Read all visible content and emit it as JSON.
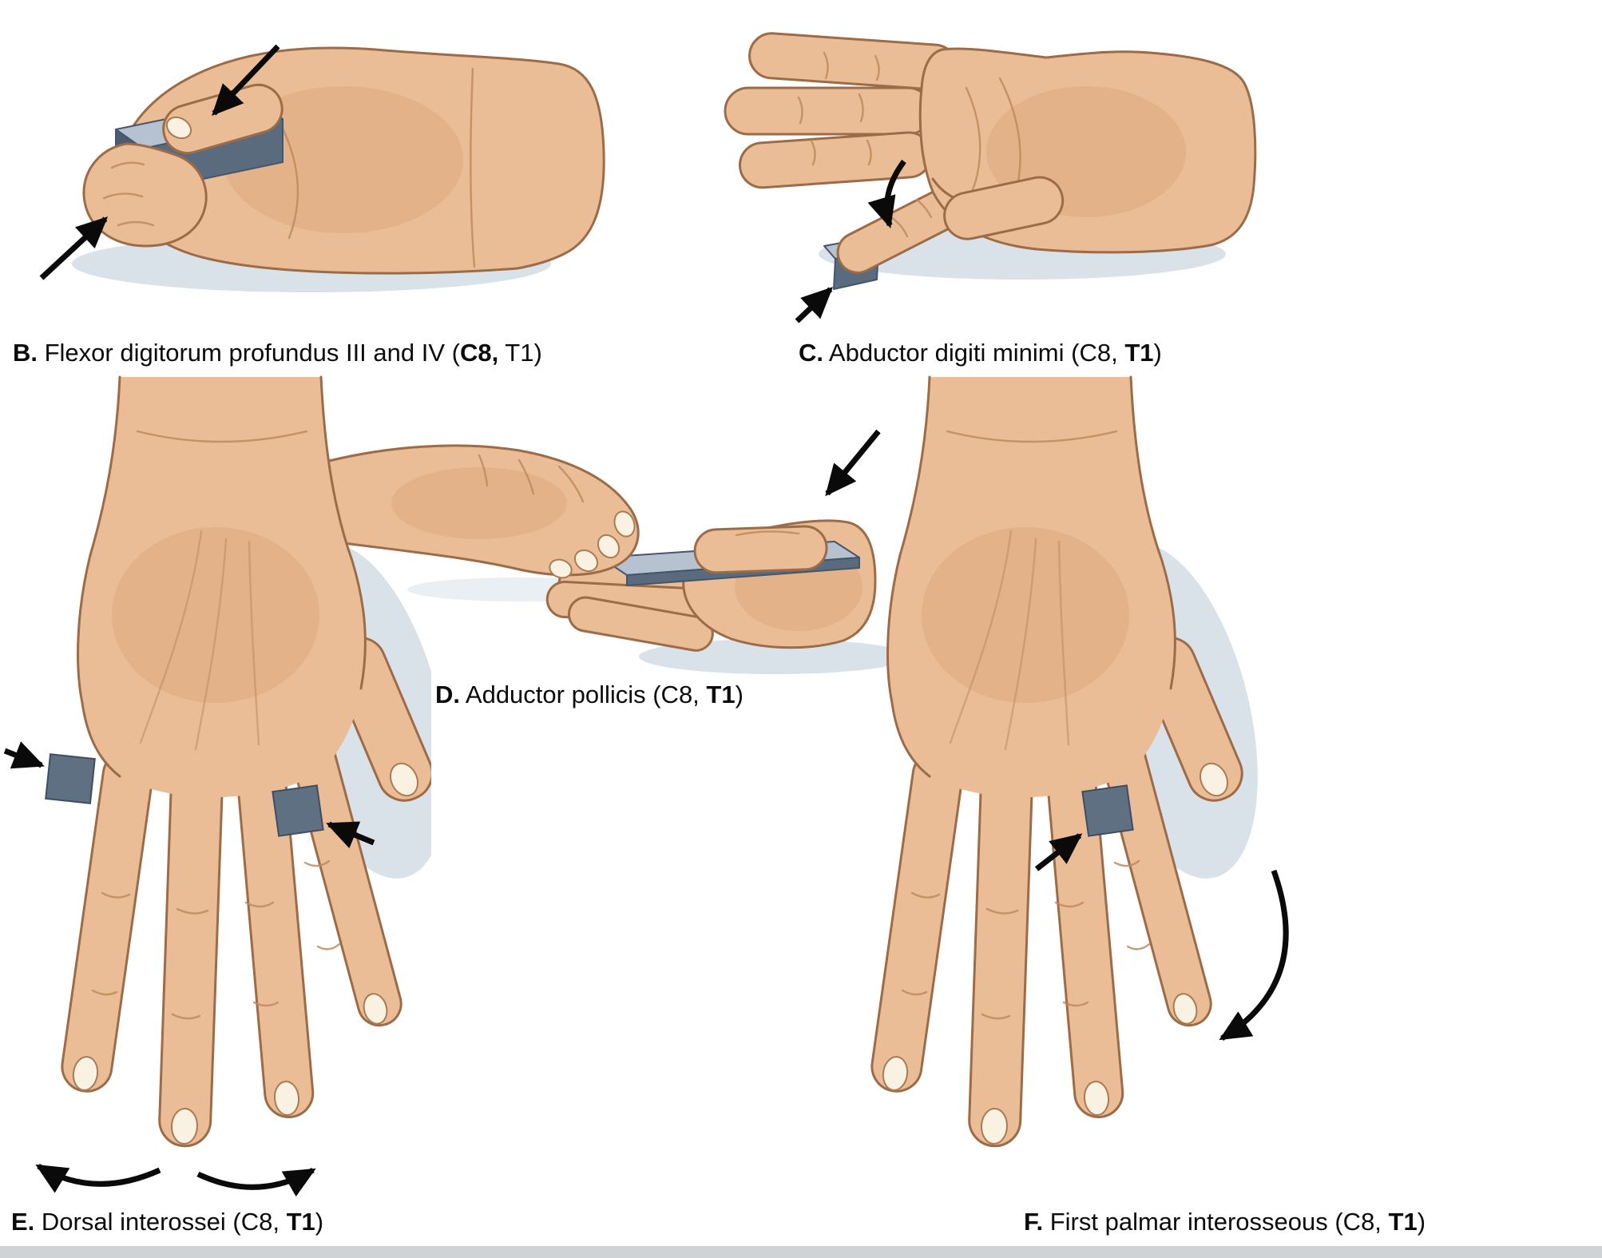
{
  "figure": {
    "background": "#ffffff",
    "palette": {
      "skin": "#EABD97",
      "skin_shade": "#D8A274",
      "outline": "#9C6B47",
      "nail": "#F9F1E2",
      "shadow": "#CBD6E0",
      "block_top": "#B6C2CF",
      "block_front": "#5A6B7D",
      "arrow": "#0A0A0A"
    },
    "panels": [
      {
        "id": "B",
        "caption": {
          "letter": "B.",
          "pre": " Flexor digitorum profundus III and IV (",
          "strong": "C8,",
          "post": " T1)"
        }
      },
      {
        "id": "C",
        "caption": {
          "letter": "C.",
          "pre": " Abductor digiti minimi (C8, ",
          "strong": "T1",
          "post": ")"
        }
      },
      {
        "id": "D",
        "caption": {
          "letter": "D.",
          "pre": " Adductor pollicis (C8, ",
          "strong": "T1",
          "post": ")"
        }
      },
      {
        "id": "E",
        "caption": {
          "letter": "E.",
          "pre": " Dorsal interossei (C8, ",
          "strong": "T1",
          "post": ")"
        }
      },
      {
        "id": "F",
        "caption": {
          "letter": "F.",
          "pre": " First palmar interosseous (C8, ",
          "strong": "T1",
          "post": ")"
        }
      }
    ]
  }
}
